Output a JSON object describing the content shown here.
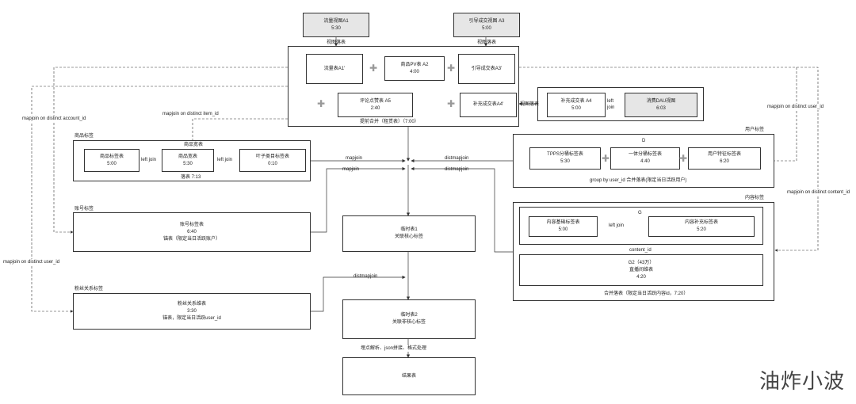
{
  "nodes": {
    "a1": [
      "流量视图A1",
      "5:30"
    ],
    "a3": [
      "引导成交视图 A3",
      "5:00"
    ],
    "flow_a1p": [
      "流量表A1'"
    ],
    "pv_a2": [
      "商品PV表 A2",
      "4:00"
    ],
    "guide_a3p": [
      "引导成交表A3'"
    ],
    "comment_a5": [
      "评论点赞表 A5",
      "2:40"
    ],
    "supp_a4p": [
      "补充成交表A4'"
    ],
    "supp_a4": [
      "补充成交表 A4",
      "5:00"
    ],
    "dau": [
      "消费DAU视图",
      "6:03"
    ],
    "goods_label": [
      "商品标签表",
      "5:00"
    ],
    "goods_wide": [
      "商品宽表",
      "5:30"
    ],
    "leaf_cat": [
      "叶子类目标签表",
      "0:10"
    ],
    "account": [
      "账号标签表",
      "6:40",
      "锚表（限定当日活跃账户）"
    ],
    "fans": [
      "粉丝关系维表",
      "3:30",
      "锚表，限定当日活跃user_id"
    ],
    "temp1": [
      "临时表1",
      "关联核心标签"
    ],
    "temp2": [
      "临时表2",
      "关联非核心标签"
    ],
    "result": [
      "结果表"
    ],
    "tpps": [
      "TPPS分桶标签表",
      "5:30"
    ],
    "yiti": [
      "一体分桶标签表",
      "4:40"
    ],
    "user_feat": [
      "用户特征标签表",
      "6:20"
    ],
    "content_base": [
      "内容基础标签表",
      "5:00"
    ],
    "content_supp": [
      "内容补充标签表",
      "5:20"
    ],
    "g2": [
      "G2（43万）",
      "直播间维表",
      "4:20"
    ]
  },
  "labels": {
    "view_anchor_top": "视图落表",
    "view_anchor_right": "视图落表",
    "pre_merge": "提前合并（租赁表）（7:00）",
    "mapjoin_item": "mapjoin on distinct item_id",
    "mapjoin_account": "mapjoin on distinct account_id",
    "mapjoin_user_top": "mapjoin on distinct user_id",
    "mapjoin_user_left": "mapjoin on distinct user_id",
    "mapjoin_content": "mapjoin on distinct content_id",
    "goods_section": "商品标签",
    "goods_wide_header": "商品宽表",
    "left_join_a": "left join",
    "left_join_b": "left join",
    "left_join_c": "left\njoin",
    "left_join_d": "left join",
    "goods_anchor": "落表 7:13",
    "mapjoin_a": "mapjoin",
    "mapjoin_b": "mapjoin",
    "distmapjoin_a": "distmapjoin",
    "distmapjoin_b": "distmapjoin",
    "distmapjoin_c": "distmapjoin",
    "user_section": "用户标签",
    "d_header": "D",
    "d_footer": "group by user_id 合并落表(限定当日活跃用户)",
    "content_section": "内容标签",
    "g_header": "G",
    "content_id": "content_id",
    "content_footer": "合并落表（限定当日活跃内容id，7:20）",
    "account_section": "账号标签",
    "fans_section": "粉丝关系标签",
    "parse_step": "埋点解析、json拼接、格式处理"
  },
  "watermark": "油炸小波",
  "colors": {
    "line": "#333333",
    "gray_box": "#e6e6e6",
    "plus": "#999999"
  }
}
